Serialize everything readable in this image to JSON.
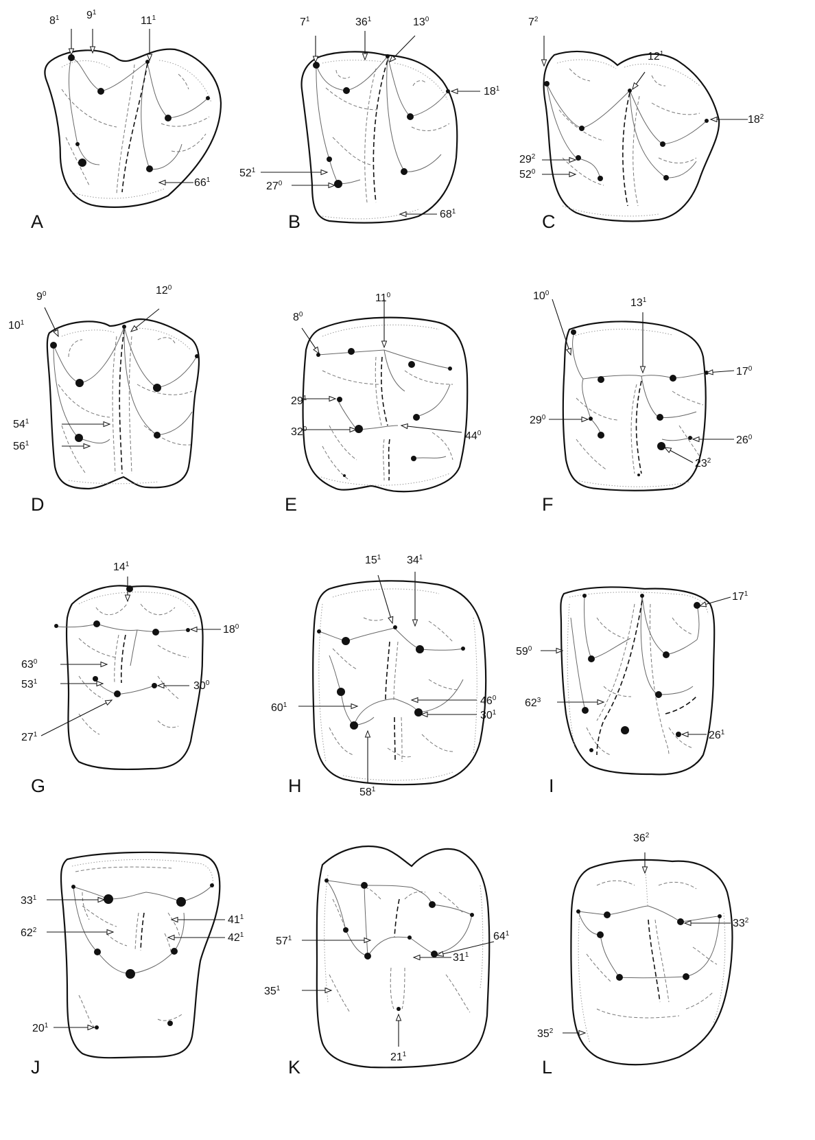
{
  "panels": [
    {
      "letter": "A",
      "labels": [
        {
          "t": "8",
          "s": "1"
        },
        {
          "t": "9",
          "s": "1"
        },
        {
          "t": "11",
          "s": "1"
        },
        {
          "t": "66",
          "s": "1"
        }
      ]
    },
    {
      "letter": "B",
      "labels": [
        {
          "t": "7",
          "s": "1"
        },
        {
          "t": "36",
          "s": "1"
        },
        {
          "t": "13",
          "s": "0"
        },
        {
          "t": "18",
          "s": "1"
        },
        {
          "t": "52",
          "s": "1"
        },
        {
          "t": "27",
          "s": "0"
        },
        {
          "t": "68",
          "s": "1"
        }
      ]
    },
    {
      "letter": "C",
      "labels": [
        {
          "t": "7",
          "s": "2"
        },
        {
          "t": "12",
          "s": "1"
        },
        {
          "t": "18",
          "s": "2"
        },
        {
          "t": "29",
          "s": "2"
        },
        {
          "t": "52",
          "s": "0"
        }
      ]
    },
    {
      "letter": "D",
      "labels": [
        {
          "t": "9",
          "s": "0"
        },
        {
          "t": "12",
          "s": "0"
        },
        {
          "t": "10",
          "s": "1"
        },
        {
          "t": "54",
          "s": "1"
        },
        {
          "t": "56",
          "s": "1"
        }
      ]
    },
    {
      "letter": "E",
      "labels": [
        {
          "t": "8",
          "s": "0"
        },
        {
          "t": "11",
          "s": "0"
        },
        {
          "t": "29",
          "s": "1"
        },
        {
          "t": "32",
          "s": "0"
        },
        {
          "t": "44",
          "s": "0"
        }
      ]
    },
    {
      "letter": "F",
      "labels": [
        {
          "t": "10",
          "s": "0"
        },
        {
          "t": "13",
          "s": "1"
        },
        {
          "t": "17",
          "s": "0"
        },
        {
          "t": "29",
          "s": "0"
        },
        {
          "t": "26",
          "s": "0"
        },
        {
          "t": "23",
          "s": "2"
        }
      ]
    },
    {
      "letter": "G",
      "labels": [
        {
          "t": "14",
          "s": "1"
        },
        {
          "t": "18",
          "s": "0"
        },
        {
          "t": "63",
          "s": "0"
        },
        {
          "t": "53",
          "s": "1"
        },
        {
          "t": "30",
          "s": "0"
        },
        {
          "t": "27",
          "s": "1"
        }
      ]
    },
    {
      "letter": "H",
      "labels": [
        {
          "t": "15",
          "s": "1"
        },
        {
          "t": "34",
          "s": "1"
        },
        {
          "t": "60",
          "s": "1"
        },
        {
          "t": "46",
          "s": "0"
        },
        {
          "t": "30",
          "s": "1"
        },
        {
          "t": "58",
          "s": "1"
        }
      ]
    },
    {
      "letter": "I",
      "labels": [
        {
          "t": "17",
          "s": "1"
        },
        {
          "t": "59",
          "s": "0"
        },
        {
          "t": "62",
          "s": "3"
        },
        {
          "t": "26",
          "s": "1"
        }
      ]
    },
    {
      "letter": "J",
      "labels": [
        {
          "t": "33",
          "s": "1"
        },
        {
          "t": "62",
          "s": "2"
        },
        {
          "t": "41",
          "s": "1"
        },
        {
          "t": "42",
          "s": "1"
        },
        {
          "t": "20",
          "s": "1"
        }
      ]
    },
    {
      "letter": "K",
      "labels": [
        {
          "t": "57",
          "s": "1"
        },
        {
          "t": "64",
          "s": "1"
        },
        {
          "t": "31",
          "s": "1"
        },
        {
          "t": "35",
          "s": "1"
        },
        {
          "t": "21",
          "s": "1"
        }
      ]
    },
    {
      "letter": "L",
      "labels": [
        {
          "t": "36",
          "s": "2"
        },
        {
          "t": "33",
          "s": "2"
        },
        {
          "t": "35",
          "s": "2"
        }
      ]
    }
  ]
}
